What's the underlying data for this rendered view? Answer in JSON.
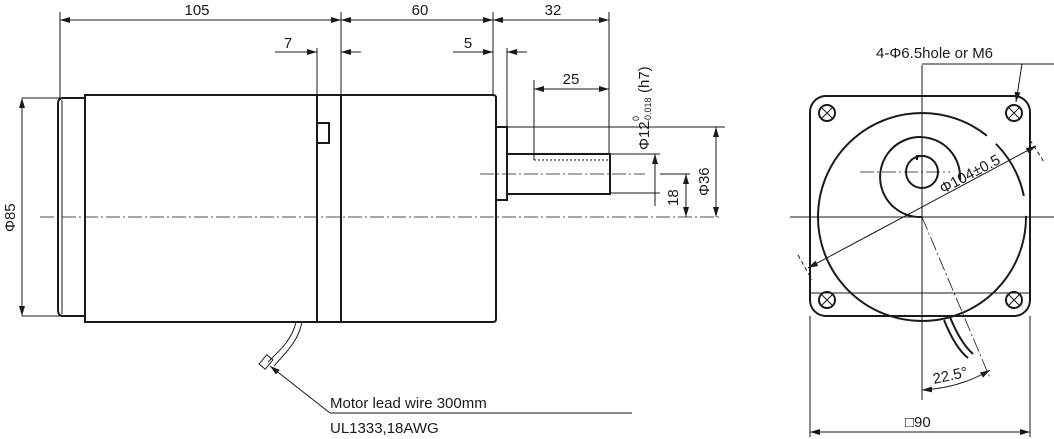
{
  "side_view": {
    "dimensions": {
      "body_length": "105",
      "gearbox_length": "60",
      "shaft_length": "32",
      "step_7": "7",
      "step_5": "5",
      "key_length": "25",
      "shaft_diameter": "Φ12",
      "shaft_tolerance_upper": "0",
      "shaft_tolerance_lower": "-0.018",
      "shaft_fit": "(h7)",
      "pilot_diameter": "Φ36",
      "shaft_offset": "18",
      "body_diameter": "Φ85"
    },
    "lead_wire_label": "Motor lead wire 300mm",
    "lead_wire_spec": "UL1333,18AWG"
  },
  "front_view": {
    "hole_label": "4-Φ6.5hole or M6",
    "pcd_label": "Φ104±0.5",
    "angle_label": "22.5°",
    "square_label": "□90"
  }
}
